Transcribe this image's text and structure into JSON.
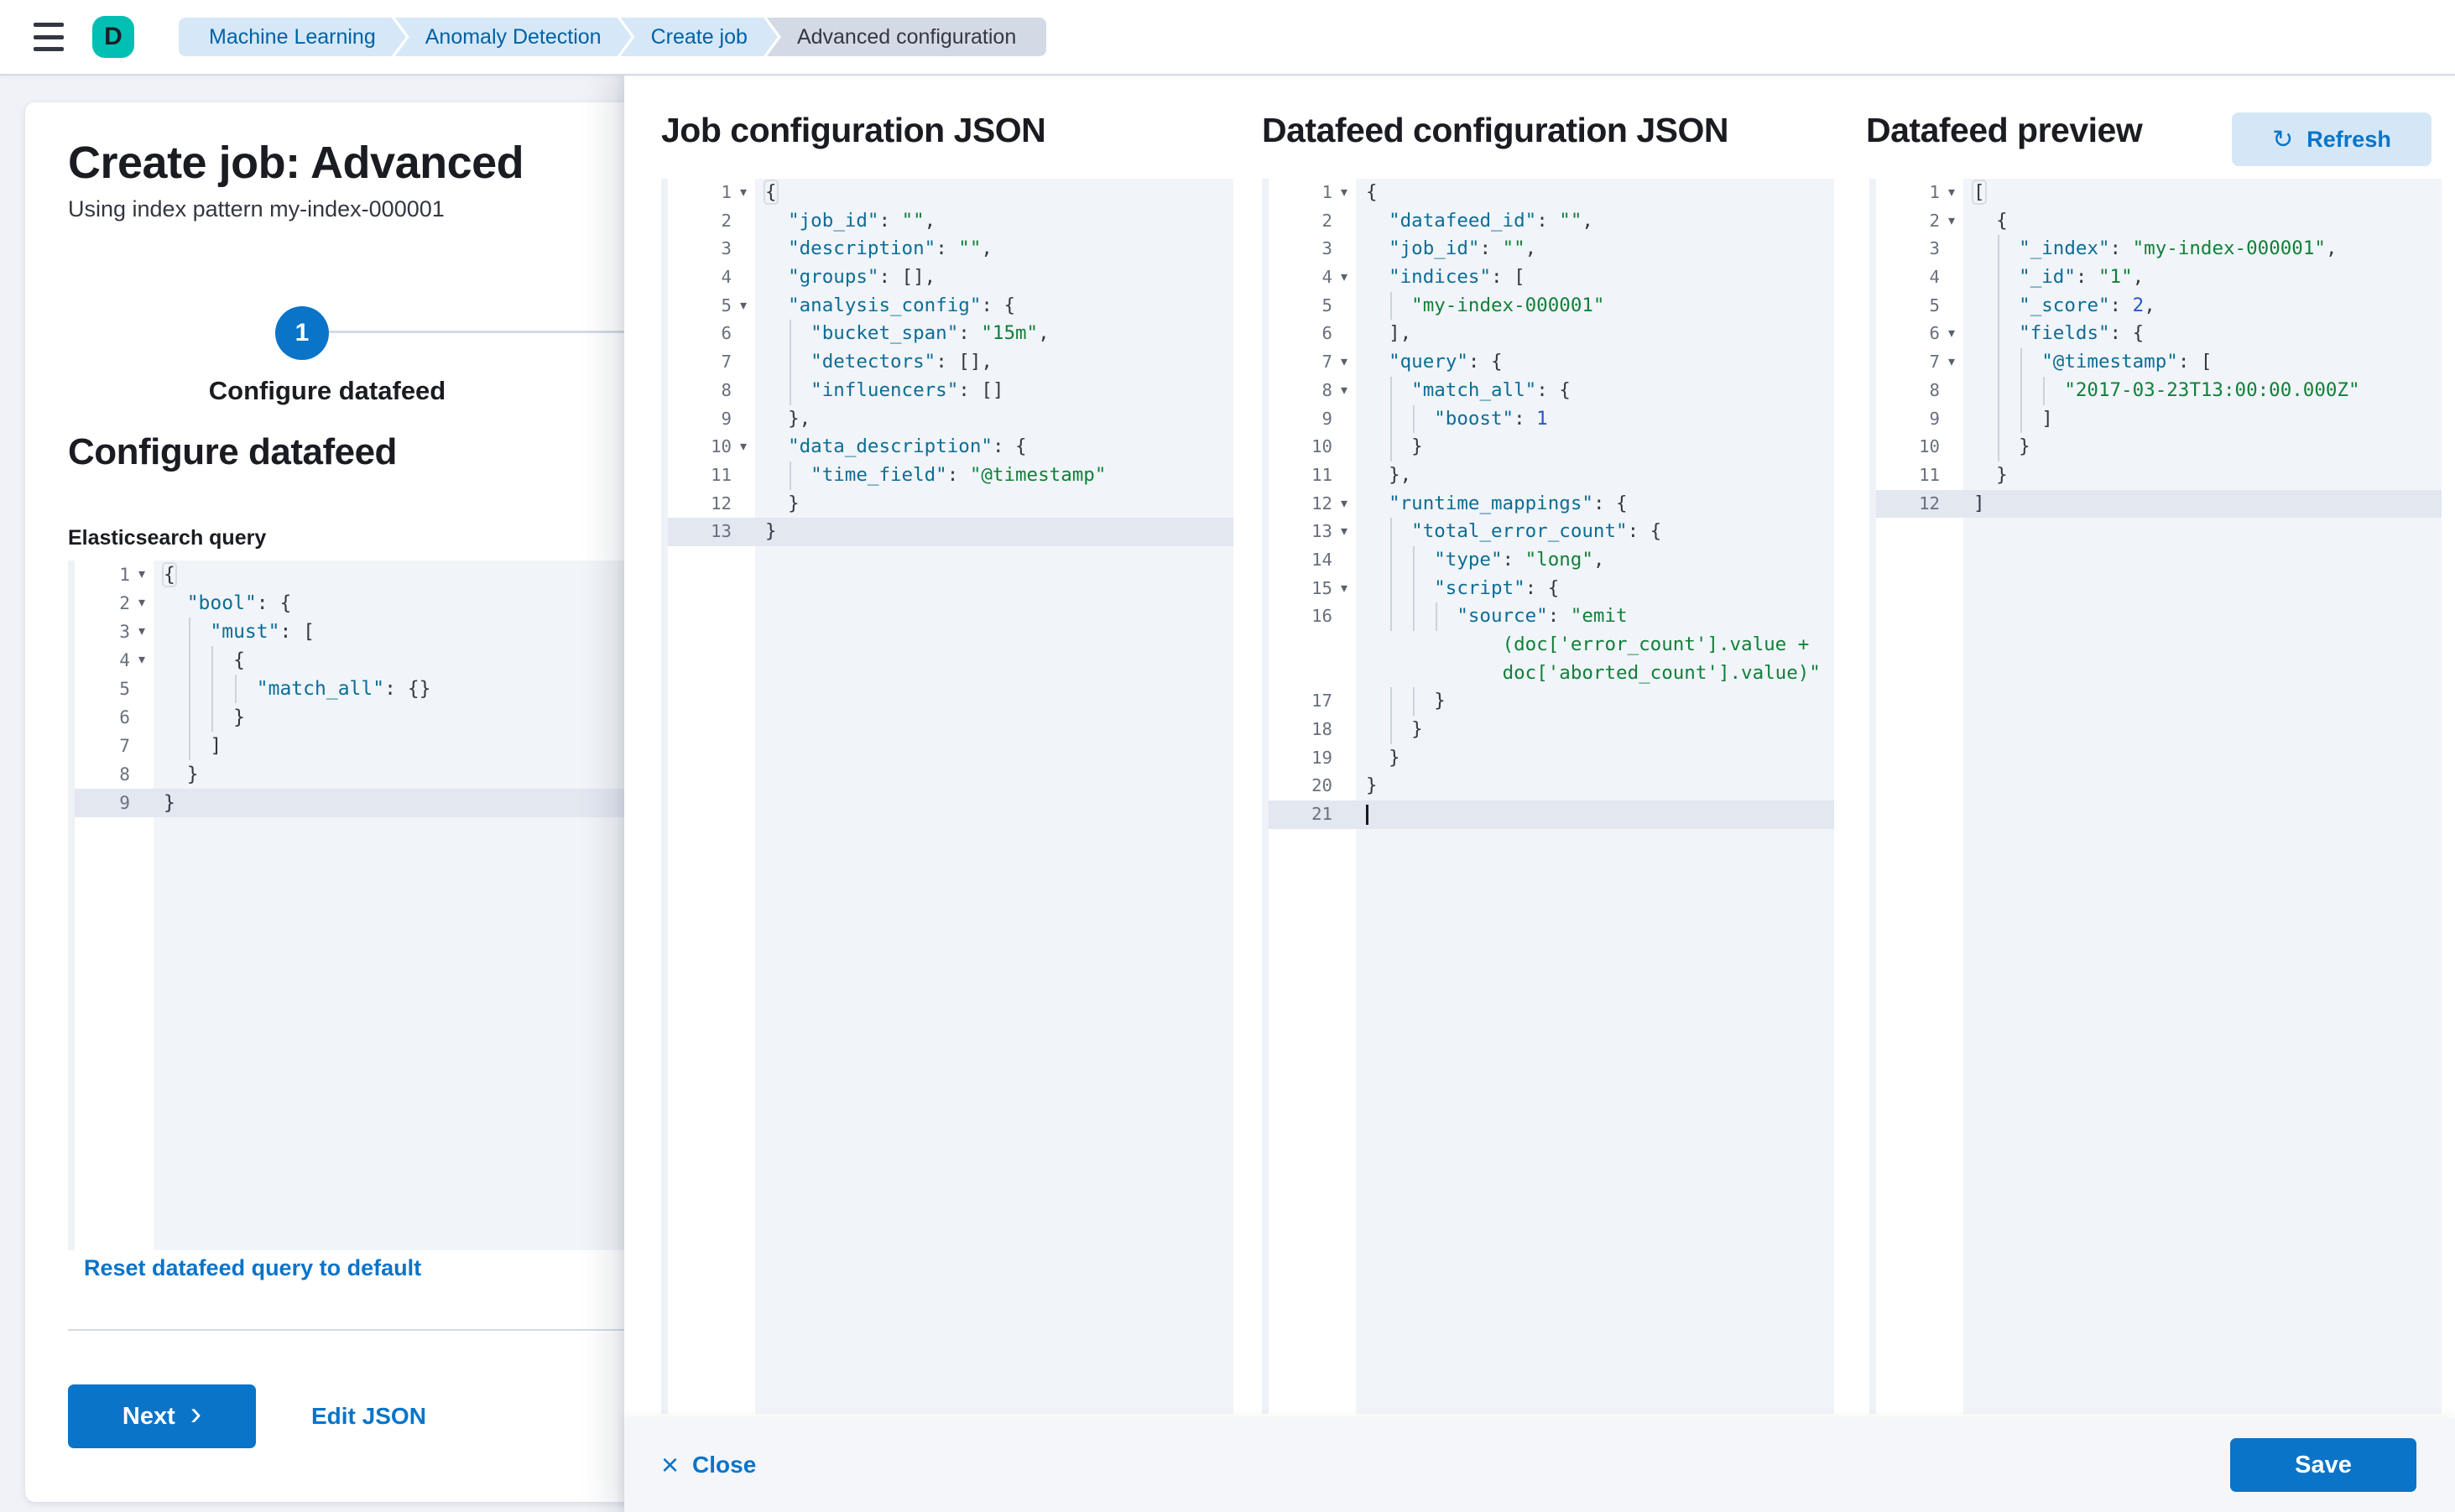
{
  "colors": {
    "primary": "#0a74c8",
    "primary_dark": "#0061a6",
    "title": "#1a1c21",
    "text": "#343741",
    "avatar_bg": "#00bfb3",
    "crumb_bg": "#d6e8f7",
    "crumb_current_bg": "#d3dae6",
    "page_bg": "#f0f2f7",
    "editor_bg": "#f1f4f8",
    "editor_gutter": "#ffffff",
    "editor_active": "#e2e7f0",
    "guide": "#ccd3de",
    "gutter_num": "#69707d",
    "key": "#0c6d96",
    "str": "#108039",
    "num": "#2757c4",
    "divider": "#d3dae6",
    "footer_bg": "#f4f6fa",
    "refresh_bg": "#d5e7f7"
  },
  "icons": {
    "menu": "hamburger",
    "refresh": "↻",
    "close": "×",
    "next_chevron": "›",
    "fold": "▾"
  },
  "header": {
    "avatar_initial": "D",
    "breadcrumbs": [
      {
        "label": "Machine Learning",
        "current": false
      },
      {
        "label": "Anomaly Detection",
        "current": false
      },
      {
        "label": "Create job",
        "current": false
      },
      {
        "label": "Advanced configuration",
        "current": true
      }
    ]
  },
  "wizard": {
    "title": "Create job: Advanced",
    "subtitle": "Using index pattern my-index-000001",
    "step_number": "1",
    "step_label": "Configure datafeed",
    "section_heading": "Configure datafeed",
    "query_label": "Elasticsearch query",
    "reset_link": "Reset datafeed query to default",
    "next_button": "Next",
    "edit_json_link": "Edit JSON"
  },
  "flyout": {
    "columns": [
      {
        "heading": "Job configuration JSON"
      },
      {
        "heading": "Datafeed configuration JSON"
      },
      {
        "heading": "Datafeed preview",
        "refresh_button": "Refresh"
      }
    ],
    "close_button": "Close",
    "save_button": "Save"
  },
  "editors": {
    "es_query": {
      "lines": [
        {
          "n": 1,
          "fold": true,
          "d": 0,
          "g": 0,
          "box": true,
          "seg": [
            [
              "{",
              "p"
            ]
          ]
        },
        {
          "n": 2,
          "fold": true,
          "d": 1,
          "g": 0,
          "seg": [
            [
              "\"bool\"",
              "k"
            ],
            [
              ": {",
              "p"
            ]
          ]
        },
        {
          "n": 3,
          "fold": true,
          "d": 2,
          "g": 1,
          "seg": [
            [
              "\"must\"",
              "k"
            ],
            [
              ": [",
              "p"
            ]
          ]
        },
        {
          "n": 4,
          "fold": true,
          "d": 3,
          "g": 2,
          "seg": [
            [
              "{",
              "p"
            ]
          ]
        },
        {
          "n": 5,
          "d": 4,
          "g": 3,
          "seg": [
            [
              "\"match_all\"",
              "k"
            ],
            [
              ": {}",
              "p"
            ]
          ]
        },
        {
          "n": 6,
          "d": 3,
          "g": 2,
          "seg": [
            [
              "}",
              "p"
            ]
          ]
        },
        {
          "n": 7,
          "d": 2,
          "g": 1,
          "seg": [
            [
              "]",
              "p"
            ]
          ]
        },
        {
          "n": 8,
          "d": 1,
          "g": 0,
          "seg": [
            [
              "}",
              "p"
            ]
          ]
        },
        {
          "n": 9,
          "d": 0,
          "g": 0,
          "hl": true,
          "seg": [
            [
              "}",
              "p"
            ]
          ]
        }
      ]
    },
    "job_config": {
      "lines": [
        {
          "n": 1,
          "fold": true,
          "d": 0,
          "g": 0,
          "box": true,
          "seg": [
            [
              "{",
              "p"
            ]
          ]
        },
        {
          "n": 2,
          "d": 1,
          "g": 0,
          "seg": [
            [
              "\"job_id\"",
              "k"
            ],
            [
              ": ",
              "p"
            ],
            [
              "\"\"",
              "s"
            ],
            [
              ",",
              "p"
            ]
          ]
        },
        {
          "n": 3,
          "d": 1,
          "g": 0,
          "seg": [
            [
              "\"description\"",
              "k"
            ],
            [
              ": ",
              "p"
            ],
            [
              "\"\"",
              "s"
            ],
            [
              ",",
              "p"
            ]
          ]
        },
        {
          "n": 4,
          "d": 1,
          "g": 0,
          "seg": [
            [
              "\"groups\"",
              "k"
            ],
            [
              ": [],",
              "p"
            ]
          ]
        },
        {
          "n": 5,
          "fold": true,
          "d": 1,
          "g": 0,
          "seg": [
            [
              "\"analysis_config\"",
              "k"
            ],
            [
              ": {",
              "p"
            ]
          ]
        },
        {
          "n": 6,
          "d": 2,
          "g": 1,
          "seg": [
            [
              "\"bucket_span\"",
              "k"
            ],
            [
              ": ",
              "p"
            ],
            [
              "\"15m\"",
              "s"
            ],
            [
              ",",
              "p"
            ]
          ]
        },
        {
          "n": 7,
          "d": 2,
          "g": 1,
          "seg": [
            [
              "\"detectors\"",
              "k"
            ],
            [
              ": [],",
              "p"
            ]
          ]
        },
        {
          "n": 8,
          "d": 2,
          "g": 1,
          "seg": [
            [
              "\"influencers\"",
              "k"
            ],
            [
              ": []",
              "p"
            ]
          ]
        },
        {
          "n": 9,
          "d": 1,
          "g": 0,
          "seg": [
            [
              "},",
              "p"
            ]
          ]
        },
        {
          "n": 10,
          "fold": true,
          "d": 1,
          "g": 0,
          "seg": [
            [
              "\"data_description\"",
              "k"
            ],
            [
              ": {",
              "p"
            ]
          ]
        },
        {
          "n": 11,
          "d": 2,
          "g": 1,
          "seg": [
            [
              "\"time_field\"",
              "k"
            ],
            [
              ": ",
              "p"
            ],
            [
              "\"@timestamp\"",
              "s"
            ]
          ]
        },
        {
          "n": 12,
          "d": 1,
          "g": 0,
          "seg": [
            [
              "}",
              "p"
            ]
          ]
        },
        {
          "n": 13,
          "d": 0,
          "g": 0,
          "hl": true,
          "seg": [
            [
              "}",
              "p"
            ]
          ]
        }
      ]
    },
    "datafeed_config": {
      "lines": [
        {
          "n": 1,
          "fold": true,
          "d": 0,
          "g": 0,
          "seg": [
            [
              "{",
              "p"
            ]
          ]
        },
        {
          "n": 2,
          "d": 1,
          "g": 0,
          "seg": [
            [
              "\"datafeed_id\"",
              "k"
            ],
            [
              ": ",
              "p"
            ],
            [
              "\"\"",
              "s"
            ],
            [
              ",",
              "p"
            ]
          ]
        },
        {
          "n": 3,
          "d": 1,
          "g": 0,
          "seg": [
            [
              "\"job_id\"",
              "k"
            ],
            [
              ": ",
              "p"
            ],
            [
              "\"\"",
              "s"
            ],
            [
              ",",
              "p"
            ]
          ]
        },
        {
          "n": 4,
          "fold": true,
          "d": 1,
          "g": 0,
          "seg": [
            [
              "\"indices\"",
              "k"
            ],
            [
              ": [",
              "p"
            ]
          ]
        },
        {
          "n": 5,
          "d": 2,
          "g": 1,
          "seg": [
            [
              "\"my-index-000001\"",
              "s"
            ]
          ]
        },
        {
          "n": 6,
          "d": 1,
          "g": 0,
          "seg": [
            [
              "],",
              "p"
            ]
          ]
        },
        {
          "n": 7,
          "fold": true,
          "d": 1,
          "g": 0,
          "seg": [
            [
              "\"query\"",
              "k"
            ],
            [
              ": {",
              "p"
            ]
          ]
        },
        {
          "n": 8,
          "fold": true,
          "d": 2,
          "g": 1,
          "seg": [
            [
              "\"match_all\"",
              "k"
            ],
            [
              ": {",
              "p"
            ]
          ]
        },
        {
          "n": 9,
          "d": 3,
          "g": 2,
          "seg": [
            [
              "\"boost\"",
              "k"
            ],
            [
              ": ",
              "p"
            ],
            [
              "1",
              "n"
            ]
          ]
        },
        {
          "n": 10,
          "d": 2,
          "g": 1,
          "seg": [
            [
              "}",
              "p"
            ]
          ]
        },
        {
          "n": 11,
          "d": 1,
          "g": 0,
          "seg": [
            [
              "},",
              "p"
            ]
          ]
        },
        {
          "n": 12,
          "fold": true,
          "d": 1,
          "g": 0,
          "seg": [
            [
              "\"runtime_mappings\"",
              "k"
            ],
            [
              ": {",
              "p"
            ]
          ]
        },
        {
          "n": 13,
          "fold": true,
          "d": 2,
          "g": 1,
          "seg": [
            [
              "\"total_error_count\"",
              "k"
            ],
            [
              ": {",
              "p"
            ]
          ]
        },
        {
          "n": 14,
          "d": 3,
          "g": 2,
          "seg": [
            [
              "\"type\"",
              "k"
            ],
            [
              ": ",
              "p"
            ],
            [
              "\"long\"",
              "s"
            ],
            [
              ",",
              "p"
            ]
          ]
        },
        {
          "n": 15,
          "fold": true,
          "d": 3,
          "g": 2,
          "seg": [
            [
              "\"script\"",
              "k"
            ],
            [
              ": {",
              "p"
            ]
          ]
        },
        {
          "n": 16,
          "d": 4,
          "g": 3,
          "seg": [
            [
              "\"source\"",
              "k"
            ],
            [
              ": ",
              "p"
            ],
            [
              "\"emit",
              "s"
            ]
          ],
          "wrap": [
            "(doc['error_count'].value +",
            "doc['aborted_count'].value)\""
          ]
        },
        {
          "n": 17,
          "d": 3,
          "g": 2,
          "seg": [
            [
              "}",
              "p"
            ]
          ]
        },
        {
          "n": 18,
          "d": 2,
          "g": 1,
          "seg": [
            [
              "}",
              "p"
            ]
          ]
        },
        {
          "n": 19,
          "d": 1,
          "g": 0,
          "seg": [
            [
              "}",
              "p"
            ]
          ]
        },
        {
          "n": 20,
          "d": 0,
          "g": 0,
          "seg": [
            [
              "}",
              "p"
            ]
          ]
        },
        {
          "n": 21,
          "d": 0,
          "g": 0,
          "hl": true,
          "cursor": true,
          "seg": []
        }
      ]
    },
    "datafeed_preview": {
      "lines": [
        {
          "n": 1,
          "fold": true,
          "d": 0,
          "g": 0,
          "box": true,
          "seg": [
            [
              "[",
              "p"
            ]
          ]
        },
        {
          "n": 2,
          "fold": true,
          "d": 1,
          "g": 0,
          "seg": [
            [
              "{",
              "p"
            ]
          ]
        },
        {
          "n": 3,
          "d": 2,
          "g": 1,
          "seg": [
            [
              "\"_index\"",
              "k"
            ],
            [
              ": ",
              "p"
            ],
            [
              "\"my-index-000001\"",
              "s"
            ],
            [
              ",",
              "p"
            ]
          ]
        },
        {
          "n": 4,
          "d": 2,
          "g": 1,
          "seg": [
            [
              "\"_id\"",
              "k"
            ],
            [
              ": ",
              "p"
            ],
            [
              "\"1\"",
              "s"
            ],
            [
              ",",
              "p"
            ]
          ]
        },
        {
          "n": 5,
          "d": 2,
          "g": 1,
          "seg": [
            [
              "\"_score\"",
              "k"
            ],
            [
              ": ",
              "p"
            ],
            [
              "2",
              "n"
            ],
            [
              ",",
              "p"
            ]
          ]
        },
        {
          "n": 6,
          "fold": true,
          "d": 2,
          "g": 1,
          "seg": [
            [
              "\"fields\"",
              "k"
            ],
            [
              ": {",
              "p"
            ]
          ]
        },
        {
          "n": 7,
          "fold": true,
          "d": 3,
          "g": 2,
          "seg": [
            [
              "\"@timestamp\"",
              "k"
            ],
            [
              ": [",
              "p"
            ]
          ]
        },
        {
          "n": 8,
          "d": 4,
          "g": 3,
          "seg": [
            [
              "\"2017-03-23T13:00:00.000Z\"",
              "s"
            ]
          ]
        },
        {
          "n": 9,
          "d": 3,
          "g": 2,
          "seg": [
            [
              "]",
              "p"
            ]
          ]
        },
        {
          "n": 10,
          "d": 2,
          "g": 1,
          "seg": [
            [
              "}",
              "p"
            ]
          ]
        },
        {
          "n": 11,
          "d": 1,
          "g": 0,
          "seg": [
            [
              "}",
              "p"
            ]
          ]
        },
        {
          "n": 12,
          "d": 0,
          "g": 0,
          "hl": true,
          "seg": [
            [
              "]",
              "p"
            ]
          ]
        }
      ]
    }
  }
}
